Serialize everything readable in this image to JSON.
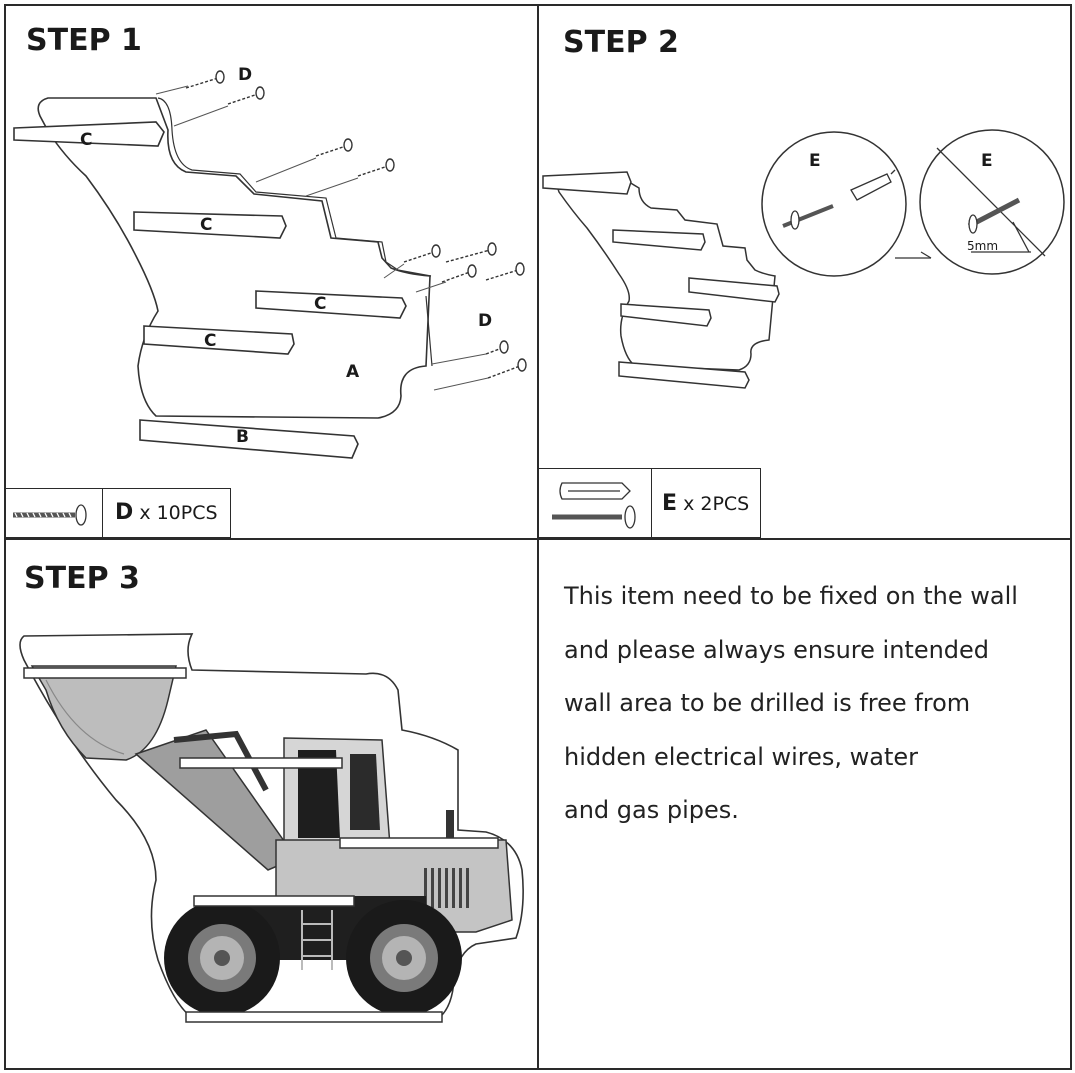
{
  "step1": {
    "title": "STEP 1",
    "labels": {
      "screws": "D",
      "shelf": "C",
      "panel": "A",
      "base_shelf": "B"
    },
    "legend": {
      "letter": "D",
      "quantity": "x 10PCS"
    }
  },
  "step2": {
    "title": "STEP 2",
    "labels": {
      "anchor_left": "E",
      "anchor_right": "E",
      "depth": "5mm"
    },
    "legend": {
      "letter": "E",
      "quantity": "x 2PCS"
    }
  },
  "step3": {
    "title": "STEP 3"
  },
  "notes": {
    "lines": [
      "This item need to be fixed on the wall",
      "and please always ensure intended",
      "wall area to be drilled is free from",
      "hidden electrical wires, water",
      "and gas pipes."
    ]
  },
  "colors": {
    "line": "#2a2a2a",
    "background": "#ffffff",
    "text": "#1a1a1a"
  }
}
